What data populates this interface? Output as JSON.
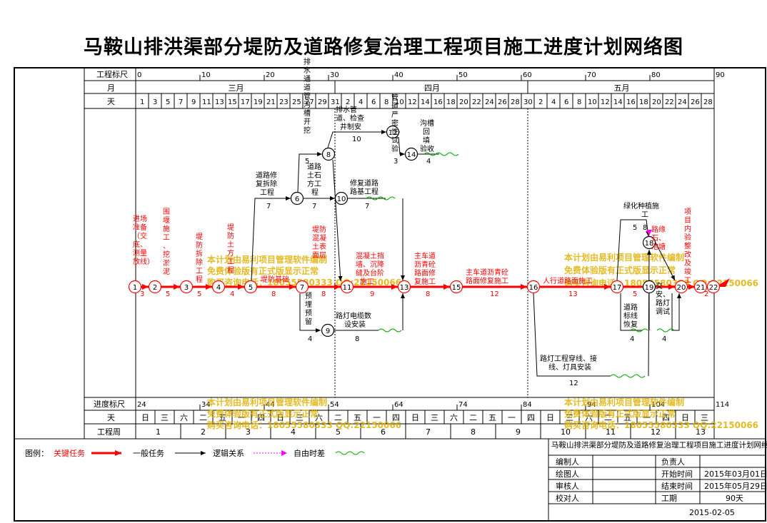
{
  "title": "马鞍山排洪渠部分堤防及道路修复治理工程项目施工进度计划网络图",
  "header_rows": {
    "scale_label": "工程标尺",
    "month_label": "月",
    "day_label": "天",
    "progress_label": "进度标尺",
    "weekday_label": "天",
    "week_label": "工程周"
  },
  "top_scale": [
    "0",
    "10",
    "20",
    "30",
    "40",
    "50",
    "60",
    "70",
    "80",
    "90"
  ],
  "months": [
    "三月",
    "四月",
    "五月"
  ],
  "days": [
    "1",
    "3",
    "5",
    "7",
    "9",
    "11",
    "13",
    "15",
    "17",
    "19",
    "21",
    "23",
    "25",
    "27",
    "29",
    "31",
    "2",
    "4",
    "6",
    "8",
    "10",
    "12",
    "14",
    "16",
    "18",
    "20",
    "22",
    "24",
    "26",
    "28",
    "30",
    "2",
    "4",
    "6",
    "8",
    "10",
    "12",
    "14",
    "16",
    "18",
    "20",
    "22",
    "24",
    "26",
    "28"
  ],
  "bottom_scale": [
    "24",
    "34",
    "44",
    "54",
    "64",
    "74",
    "84",
    "94",
    "104",
    "114"
  ],
  "weekdays": [
    "日",
    "三",
    "六",
    "二",
    "五",
    "一",
    "四",
    "日",
    "三",
    "六",
    "二",
    "五",
    "一",
    "四",
    "日",
    "三",
    "六",
    "二",
    "五",
    "一",
    "四",
    "日",
    "三",
    "六",
    "二",
    "五",
    "一",
    "四",
    "日",
    "三"
  ],
  "weeks": [
    "1",
    "2",
    "3",
    "4",
    "5",
    "6",
    "7",
    "8",
    "9",
    "10",
    "11",
    "12",
    "13"
  ],
  "nodes": [
    "1",
    "2",
    "3",
    "4",
    "5",
    "6",
    "7",
    "8",
    "9",
    "10",
    "11",
    "12",
    "13",
    "14",
    "15",
    "16",
    "17",
    "18",
    "19",
    "20",
    "21",
    "22"
  ],
  "task_labels": {
    "t1": "进场准备（交底、测量放线）",
    "t2": "围堰施工、挖淤泥",
    "t3": "堤防拆除工程",
    "t4": "堤防土方工程",
    "t5": "堤防基础",
    "t6": "道路修复拆除工程",
    "t7": "道路土石方工程",
    "t8": "排水通道管沟槽开挖",
    "t9": "排水管道、检查井制安",
    "t10": "管道严密性试验",
    "t11": "沟槽回填验收",
    "t12": "修复道路路基工程",
    "t13": "堤防混凝土表面层",
    "t14": "混凝土挡墙、沉降缝及台阶施工",
    "t15": "主车道沥青砼路面修复施工",
    "t16": "主车道沥青砼路面修复施工",
    "t17": "人行道路面施工",
    "t18": "绿化种植施工",
    "t19": "道路标线恢复",
    "t20": "路缘石、池塘",
    "t21": "路灯电缆数设安装",
    "t22": "路灯工程穿线、接线、灯具安装",
    "t23": "交安、路灯调试",
    "t24": "项目内验整改及竣工验收",
    "t25": "预埋预留"
  },
  "durations": {
    "d1": "3",
    "d2": "5",
    "d3": "5",
    "d4": "4",
    "d5": "5",
    "d6": "7",
    "d7": "7",
    "d8": "5",
    "d9": "10",
    "d10": "3",
    "d11": "4",
    "d12": "7",
    "d13": "8",
    "d14": "9",
    "d15": "8",
    "d16": "12",
    "d17": "13",
    "d18": "5",
    "d19": "4",
    "d20": "4",
    "d21": "8",
    "d22": "12",
    "d23": "4",
    "d24": "2",
    "d25": "4",
    "d26": "8",
    "d27": "8"
  },
  "watermark": {
    "line1": "本计划由易利项目管理软件编制",
    "line2": "免费体验版有正式版显示正常",
    "line3": "购买咨询电话：18055580333 QQ:22150066"
  },
  "legend": {
    "label": "图例：",
    "critical": "关键任务",
    "normal": "一般任务",
    "logic": "逻辑关系",
    "free_float": "自由时差"
  },
  "colors": {
    "critical": "#ff0000",
    "normal": "#000000",
    "free_float_marker": "#ff00ff",
    "float_wave": "#00aa00",
    "watermark": "#e0b000"
  },
  "info_table": {
    "caption": "马鞍山排洪渠部分堤防及道路修复治理工程项目施工进度计划网络图",
    "rows": [
      [
        "编制人",
        "",
        "负责人",
        ""
      ],
      [
        "绘图人",
        "",
        "开始时间",
        "2015年03月01日"
      ],
      [
        "审核人",
        "",
        "结束时间",
        "2015年05月29日"
      ],
      [
        "校对人",
        "",
        "工期",
        "90天"
      ]
    ],
    "date": "2015-02-05"
  }
}
